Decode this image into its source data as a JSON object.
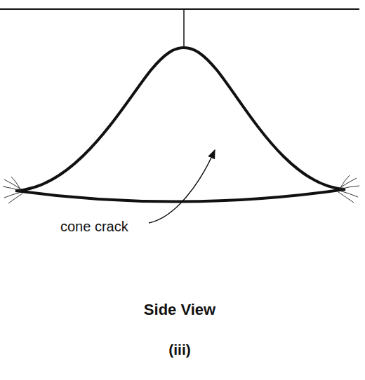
{
  "diagram": {
    "labels": [
      "cone crack",
      "Side View",
      "(iii)"
    ]
  }
}
